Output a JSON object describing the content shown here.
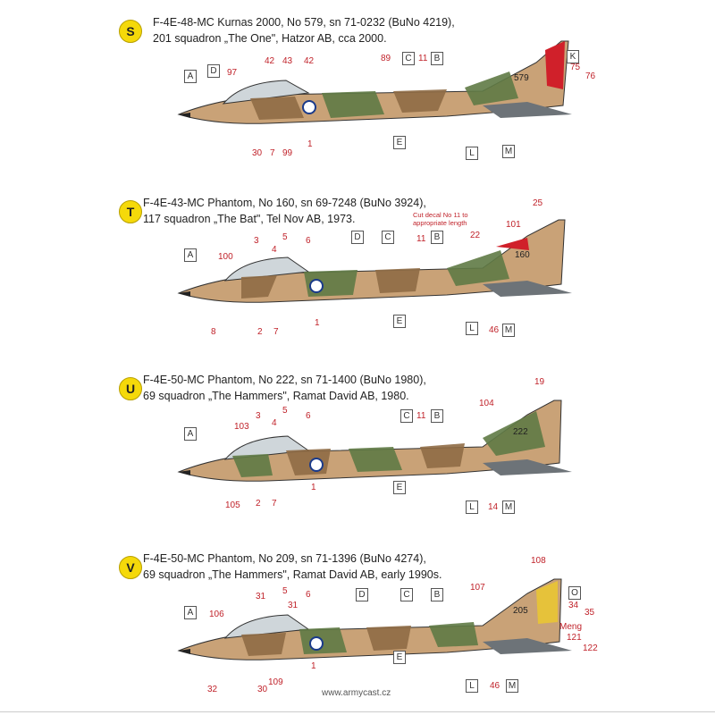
{
  "schemes": [
    {
      "letter": "S",
      "caption_line1": "F-4E-48-MC Kurnas 2000, No 579, sn 71-0232 (BuNo 4219),",
      "caption_line2": "201 squadron „The One\", Hatzor AB, cca 2000.",
      "tail_number": "579",
      "callouts_red": [
        "97",
        "42",
        "43",
        "42",
        "89",
        "11",
        "1",
        "30",
        "7",
        "99",
        "75",
        "76"
      ],
      "callouts_box": [
        "A",
        "D",
        "C",
        "B",
        "K",
        "E",
        "L",
        "M"
      ]
    },
    {
      "letter": "T",
      "caption_line1": "F-4E-43-MC Phantom, No 160, sn 69-7248 (BuNo 3924),",
      "caption_line2": "117 squadron „The Bat\", Tel Nov AB, 1973.",
      "tail_number": "160",
      "note": "Cut decal No 11 to appropriate length",
      "callouts_red": [
        "25",
        "100",
        "3",
        "5",
        "4",
        "6",
        "11",
        "22",
        "101",
        "1",
        "8",
        "2",
        "7",
        "46"
      ],
      "callouts_box": [
        "A",
        "D",
        "C",
        "B",
        "E",
        "L",
        "M"
      ]
    },
    {
      "letter": "U",
      "caption_line1": "F-4E-50-MC Phantom, No 222, sn 71-1400 (BuNo 1980),",
      "caption_line2": "69 squadron „The Hammers\", Ramat David AB, 1980.",
      "tail_number": "222",
      "callouts_red": [
        "19",
        "104",
        "103",
        "3",
        "5",
        "4",
        "6",
        "11",
        "1",
        "105",
        "2",
        "7",
        "14"
      ],
      "callouts_box": [
        "A",
        "C",
        "B",
        "E",
        "L",
        "M"
      ]
    },
    {
      "letter": "V",
      "caption_line1": "F-4E-50-MC Phantom, No 209, sn 71-1396 (BuNo 4274),",
      "caption_line2": "69 squadron „The Hammers\", Ramat David AB, early 1990s.",
      "tail_number": "205",
      "callouts_red": [
        "108",
        "107",
        "31",
        "5",
        "6",
        "106",
        "31",
        "34",
        "35",
        "Meng",
        "121",
        "122",
        "1",
        "32",
        "30",
        "109",
        "46"
      ],
      "callouts_box": [
        "A",
        "D",
        "C",
        "B",
        "O",
        "E",
        "L",
        "M"
      ]
    }
  ],
  "footer": "www.armycast.cz",
  "colors": {
    "badge": "#f5d90a",
    "callout_red": "#c0222a",
    "camo_tan": "#c9a277",
    "camo_brown": "#8f6b45",
    "camo_green": "#5f7a45",
    "underside": "#9fa8ad",
    "rudder_red": "#d0202a"
  }
}
